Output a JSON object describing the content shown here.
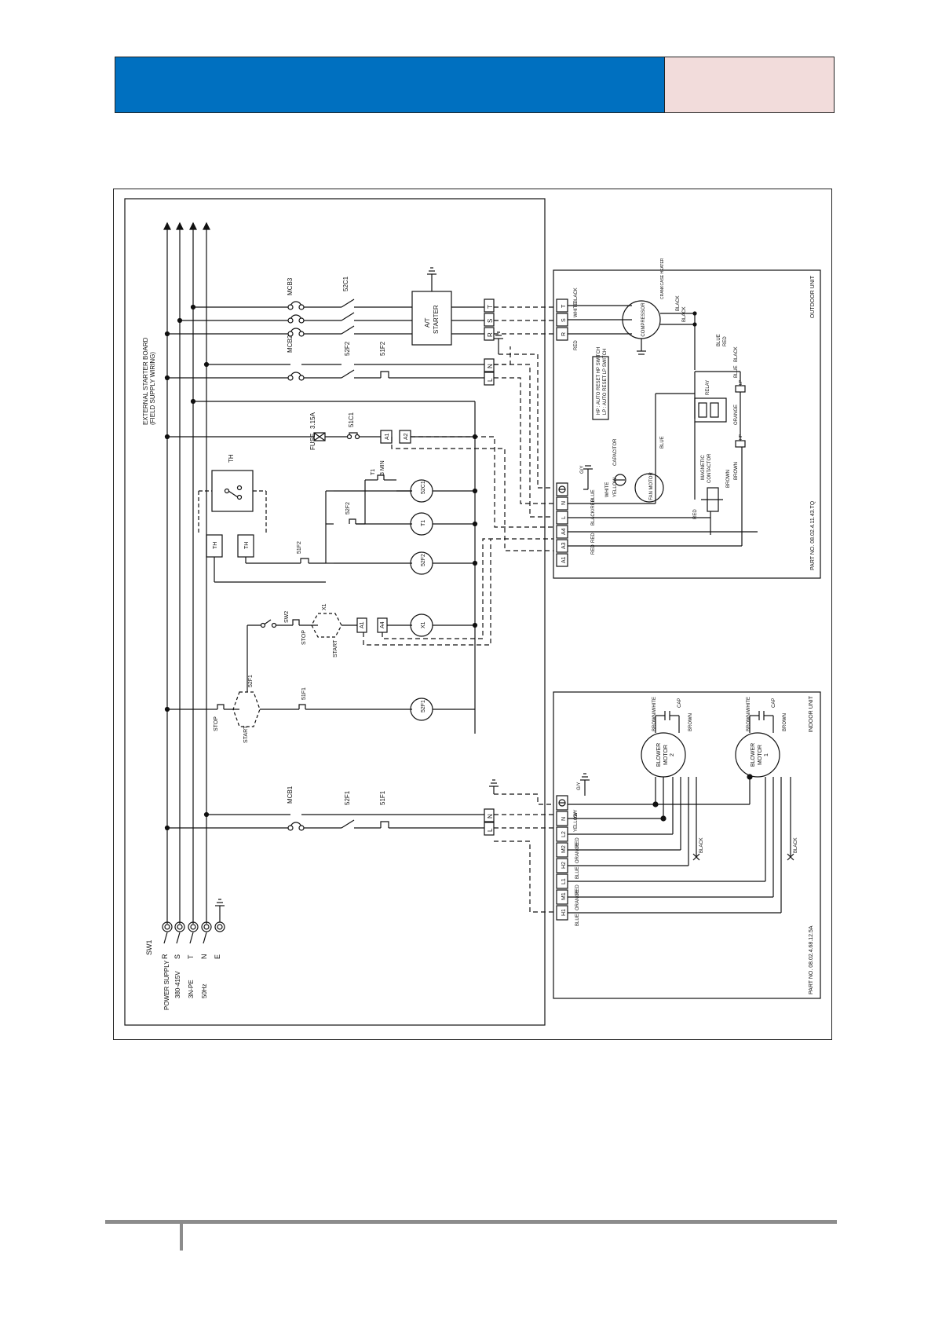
{
  "header": {
    "title": "",
    "side_label": ""
  },
  "diagram": {
    "starter_board": {
      "title": "EXTERNAL STARTER BOARD",
      "subtitle": "(FIELD SUPPLY WIRING)"
    },
    "supply": {
      "lines": [
        "POWER SUPPLY",
        "380-415V",
        "3N-PE",
        "50Hz"
      ],
      "switch": "SW1",
      "phases": [
        "R",
        "S",
        "T",
        "N",
        "E"
      ]
    },
    "breakers": {
      "mcb1": "MCB1",
      "mcb2": "MCB2",
      "mcb3": "MCB3"
    },
    "contacts": {
      "c52f1": "52F1",
      "c52f2": "52F2",
      "c51f1": "51F1",
      "c51f2": "51F2",
      "c52c1": "52C1",
      "c51c1": "51C1",
      "x1": "X1",
      "t1": "T1",
      "sw2": "SW2",
      "t1_delay": "3 MIN"
    },
    "fuse": {
      "label": "FUSE",
      "rating": "3.15A"
    },
    "starter": {
      "line1": "A/T",
      "line2": "STARTER"
    },
    "thermostat": {
      "label": "TH",
      "th1": "TH",
      "th2": "TH"
    },
    "buttons": {
      "stop": "STOP",
      "start": "START"
    },
    "terminals": {
      "a1": "A1",
      "a2": "A2",
      "a3": "A3",
      "a4": "A4",
      "l": "L",
      "n": "N",
      "r": "R",
      "s": "S",
      "t": "T"
    },
    "coils": [
      "52C1",
      "T1",
      "52F2",
      "X1",
      "52F1"
    ],
    "outdoor": {
      "title": "OUTDOOR UNIT",
      "part_no": "PART NO. 08.02.4.11.43.TQ",
      "compressor": "COMPRESSOR",
      "heater": "CRANKCASE HEATER",
      "fan_motor": "FAN MOTOR",
      "capacitor": "CAPACITOR",
      "relay": "RELAY",
      "contactor_line1": "MAGNETIC",
      "contactor_line2": "CONTACTOR",
      "note_line1": "HP : AUTO RESET HP SWITCH",
      "note_line2": "LP : AUTO RESET LP SWITCH",
      "hp": "HP",
      "lp": "LP",
      "gy": "G/Y",
      "wires": {
        "black": "BLACK",
        "white": "WHITE",
        "red": "RED",
        "blue": "BLUE",
        "yellow": "YELLOW",
        "blackred": "BLACK/RED",
        "brown": "BROWN",
        "orange": "ORANGE"
      }
    },
    "indoor": {
      "title": "INDOOR UNIT",
      "part_no": "PART NO. 08.02.4.68.12.5A",
      "motor1": {
        "line1": "BLOWER",
        "line2": "MOTOR",
        "line3": "1"
      },
      "motor2": {
        "line1": "BLOWER",
        "line2": "MOTOR",
        "line3": "2"
      },
      "terminals": [
        "H1",
        "M1",
        "L1",
        "H2",
        "M2",
        "L2",
        "N"
      ],
      "wires": {
        "blue": "BLUE",
        "orange": "ORANGE",
        "red": "RED",
        "yellow": "YELLOW",
        "gy": "G/Y",
        "black": "BLACK",
        "cap": "CAP",
        "brown": "BROWN",
        "brownwhite": "BROWN/WHITE"
      }
    }
  }
}
